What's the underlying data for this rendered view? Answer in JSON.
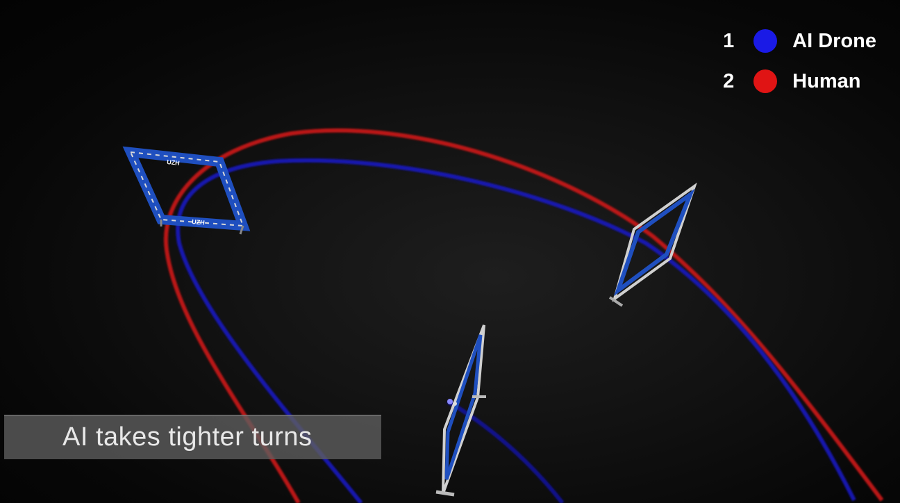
{
  "legend": [
    {
      "rank": "1",
      "label": "AI Drone",
      "color": "#1a1ae6"
    },
    {
      "rank": "2",
      "label": "Human",
      "color": "#e01414"
    }
  ],
  "caption": "AI takes tighter turns",
  "gate_label": "UZH",
  "colors": {
    "ai_path": "#1a1ae6",
    "human_path": "#e01414",
    "gate_blue": "#1f4fbf"
  }
}
